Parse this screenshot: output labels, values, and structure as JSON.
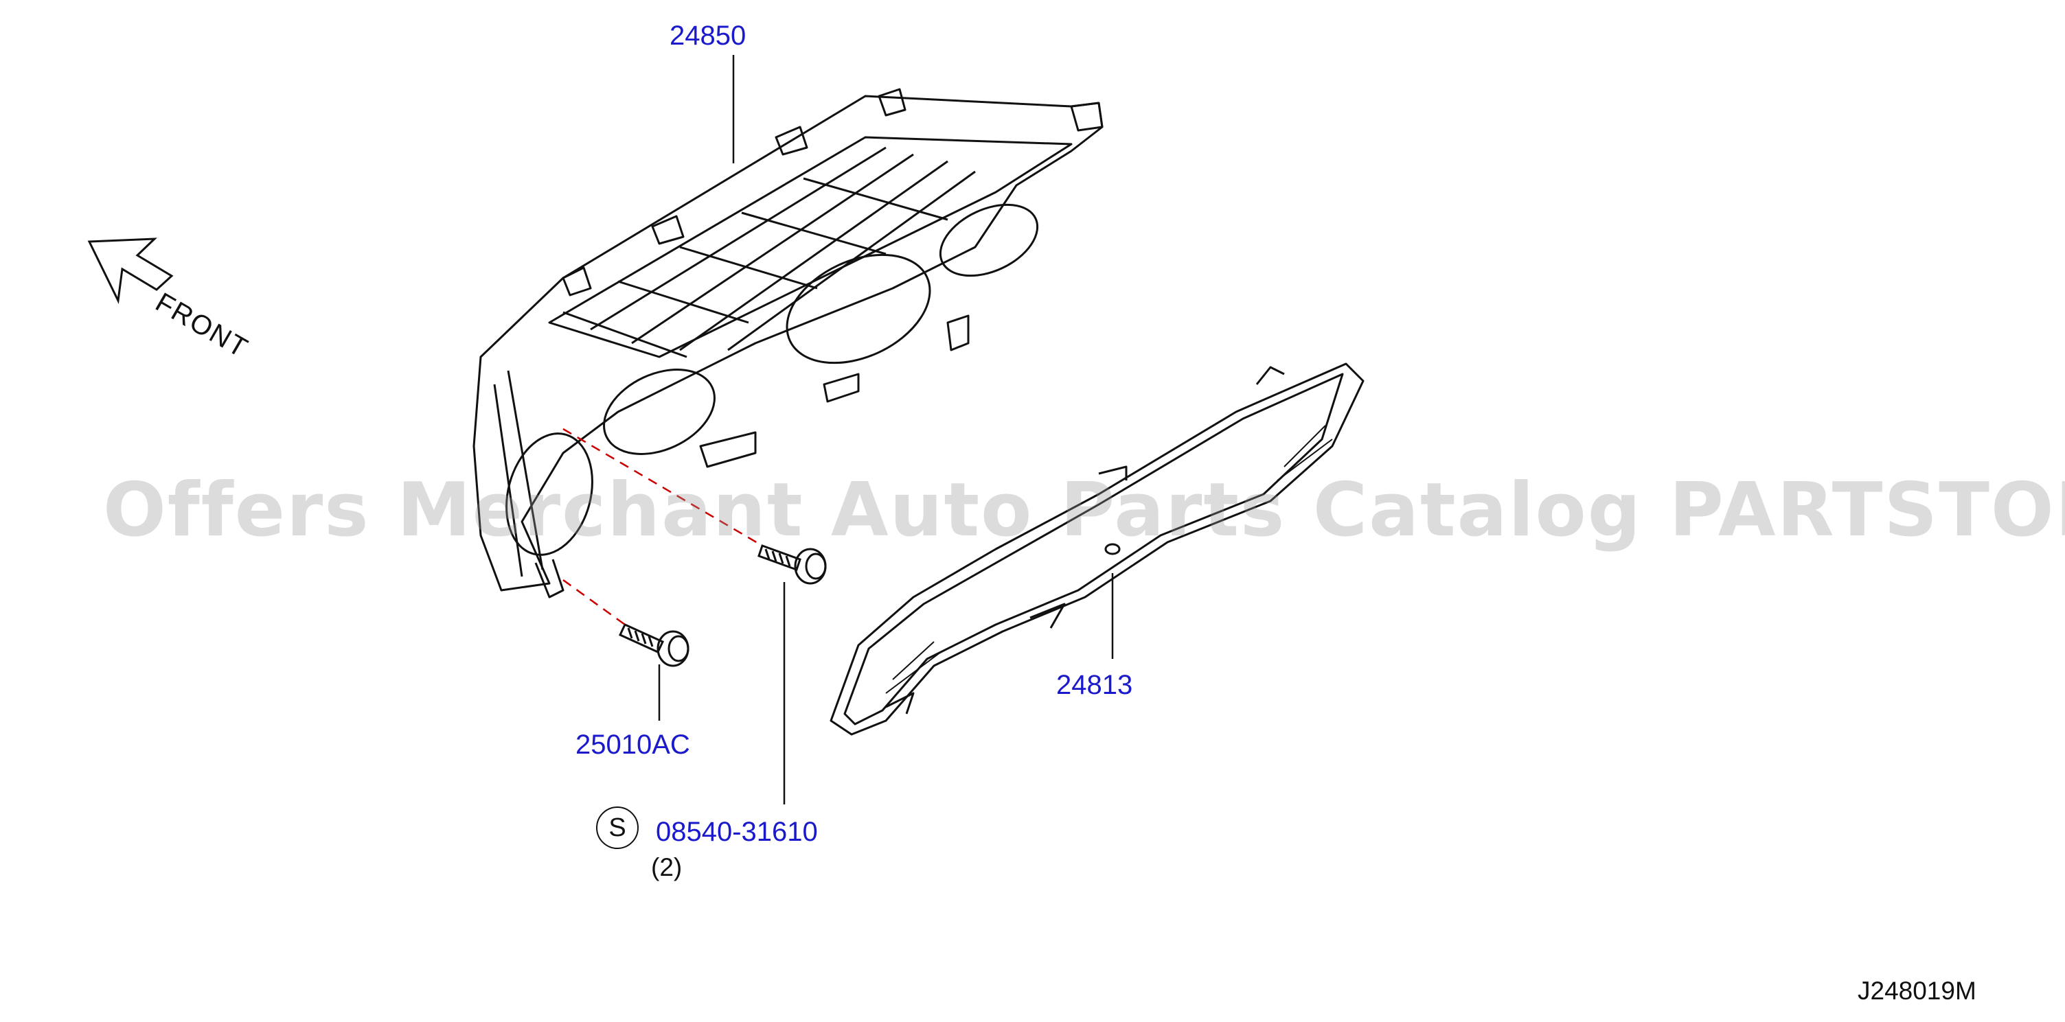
{
  "parts": {
    "cluster_housing": {
      "number": "24850"
    },
    "lens_panel": {
      "number": "24813"
    },
    "screw_small": {
      "number": "25010AC"
    },
    "screw_standard": {
      "prefix_symbol": "S",
      "number": "08540-31610",
      "quantity": "(2)"
    }
  },
  "direction": {
    "label": "FRONT"
  },
  "diagram_code": "J248019M",
  "watermark": "Offers Merchant Auto Parts Catalog PARTSTORE.SA",
  "colors": {
    "callout": "#1a1acc",
    "line": "#111111",
    "dash": "#cc0000",
    "watermark": "#969696"
  }
}
